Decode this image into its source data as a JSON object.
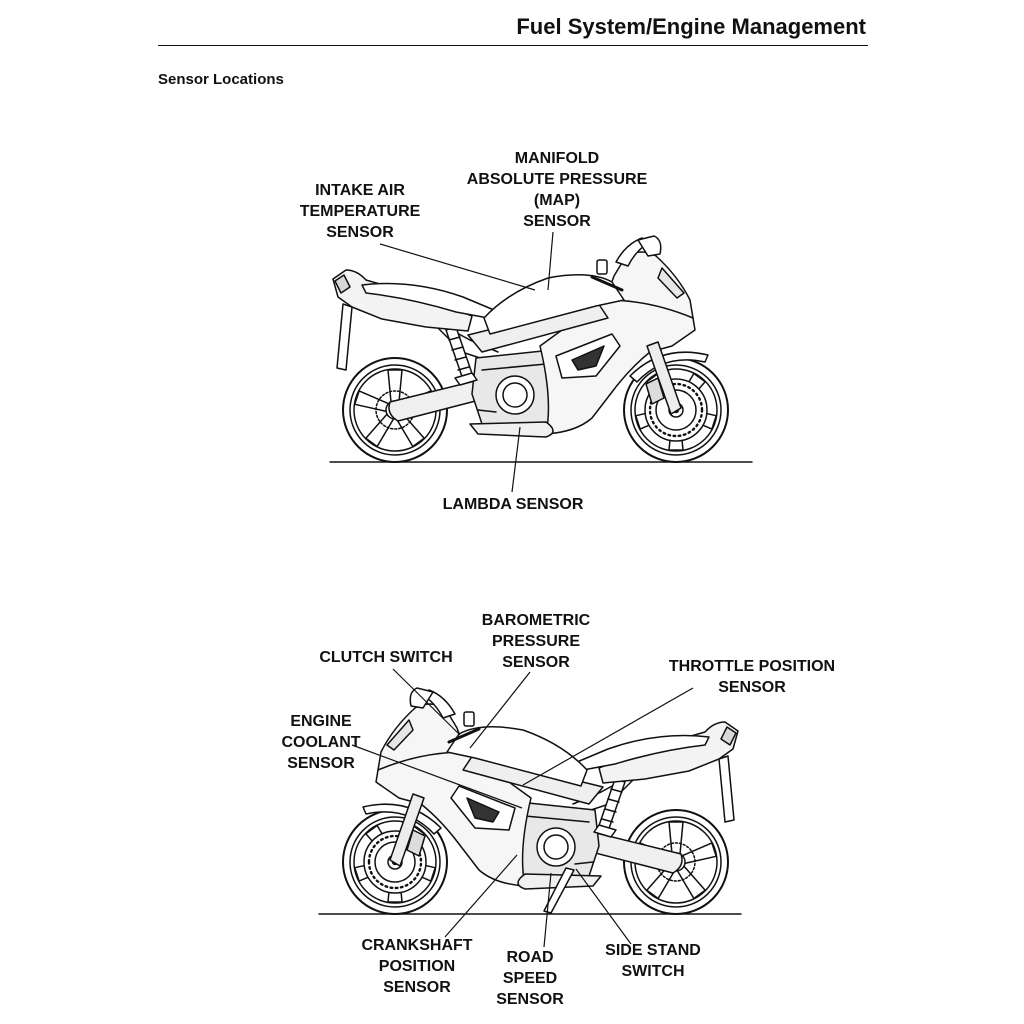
{
  "header": {
    "title": "Fuel System/Engine Management"
  },
  "section": {
    "title": "Sensor Locations"
  },
  "diagram_right_side": {
    "labels": {
      "intake_air_temperature_sensor": [
        "INTAKE AIR",
        "TEMPERATURE",
        "SENSOR"
      ],
      "map_sensor": [
        "MANIFOLD",
        "ABSOLUTE PRESSURE",
        "(MAP)",
        "SENSOR"
      ],
      "lambda_sensor": [
        "LAMBDA SENSOR"
      ]
    }
  },
  "diagram_left_side": {
    "labels": {
      "clutch_switch": [
        "CLUTCH SWITCH"
      ],
      "barometric_pressure_sensor": [
        "BAROMETRIC",
        "PRESSURE",
        "SENSOR"
      ],
      "throttle_position_sensor": [
        "THROTTLE POSITION",
        "SENSOR"
      ],
      "engine_coolant_sensor": [
        "ENGINE",
        "COOLANT",
        "SENSOR"
      ],
      "crankshaft_position_sensor": [
        "CRANKSHAFT",
        "POSITION",
        "SENSOR"
      ],
      "road_speed_sensor": [
        "ROAD",
        "SPEED",
        "SENSOR"
      ],
      "side_stand_switch": [
        "SIDE STAND",
        "SWITCH"
      ]
    }
  }
}
